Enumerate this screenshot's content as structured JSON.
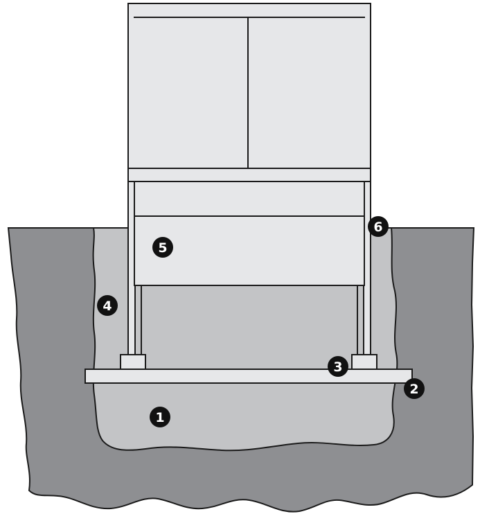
{
  "colors": {
    "ground": "#8e8f92",
    "soil_fill": "#c3c4c6",
    "cabinet": "#e6e7e9",
    "cabinet_inner": "#d9dadc",
    "outline": "#1a1a1a",
    "badge": "#111111",
    "badge_text": "#ffffff"
  },
  "callouts": {
    "c1": "1",
    "c2": "2",
    "c3": "3",
    "c4": "4",
    "c5": "5",
    "c6": "6"
  }
}
